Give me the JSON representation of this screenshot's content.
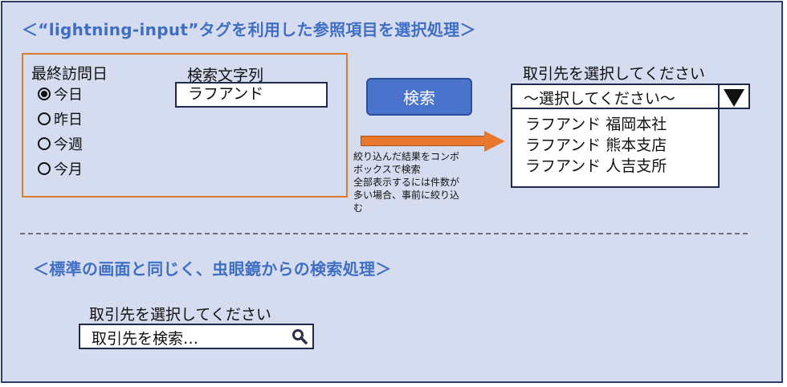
{
  "headings": {
    "lightning": "＜“lightning-input”タグを利用した参照項目を選択処理＞",
    "standard": "＜標準の画面と同じく、虫眼鏡からの検索処理＞"
  },
  "filter": {
    "last_visit_label": "最終訪問日",
    "options": [
      {
        "label": "今日",
        "checked": true
      },
      {
        "label": "昨日",
        "checked": false
      },
      {
        "label": "今週",
        "checked": false
      },
      {
        "label": "今月",
        "checked": false
      }
    ],
    "search_string_label": "検索文字列",
    "search_string_value": "ラフアンド"
  },
  "search_button_label": "検索",
  "note_lines": [
    "絞り込んだ結果をコンボ",
    "ボックスで検索",
    "全部表示するには件数が",
    "多い場合、事前に絞り込",
    "む"
  ],
  "combo": {
    "label": "取引先を選択してください",
    "selected": "〜選択してください〜",
    "items": [
      "ラフアンド 福岡本社",
      "ラフアンド 熊本支店",
      "ラフアンド 人吉支所"
    ]
  },
  "standard_search": {
    "label": "取引先を選択してください",
    "placeholder": "取引先を検索…"
  },
  "colors": {
    "background": "#d6dcef",
    "heading": "#3f6fc5",
    "box_border": "#e07a2e",
    "button": "#4a74cc",
    "arrow": "#e9782f"
  },
  "icons": {
    "search": "magnifying-glass-icon",
    "dropdown": "triangle-down-icon",
    "arrow": "right-arrow"
  }
}
